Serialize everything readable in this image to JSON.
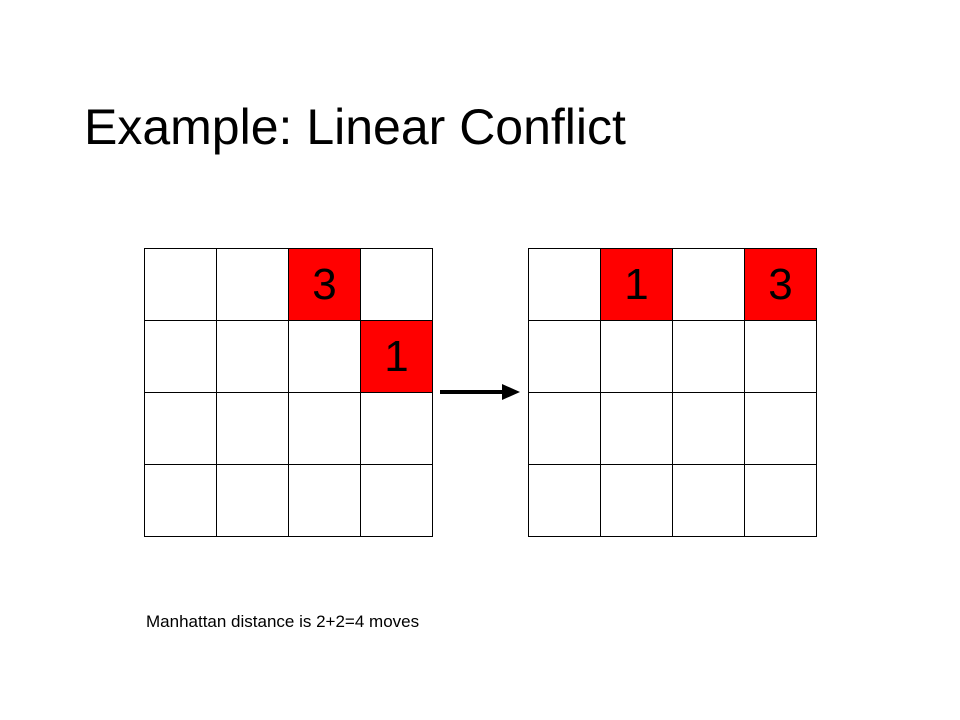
{
  "slide": {
    "title": "Example: Linear Conflict",
    "caption": "Manhattan distance is 2+2=4 moves"
  },
  "colors": {
    "highlight": "#ff0000",
    "grid_line": "#000000",
    "background": "#ffffff"
  },
  "start_grid": {
    "rows": [
      [
        "",
        "",
        "3",
        ""
      ],
      [
        "",
        "",
        "",
        "1"
      ],
      [
        "",
        "",
        "",
        ""
      ],
      [
        "",
        "",
        "",
        ""
      ]
    ]
  },
  "goal_grid": {
    "rows": [
      [
        "",
        "1",
        "",
        "3"
      ],
      [
        "",
        "",
        "",
        ""
      ],
      [
        "",
        "",
        "",
        ""
      ],
      [
        "",
        "",
        "",
        ""
      ]
    ]
  },
  "arrow_icon": "right-arrow-icon"
}
